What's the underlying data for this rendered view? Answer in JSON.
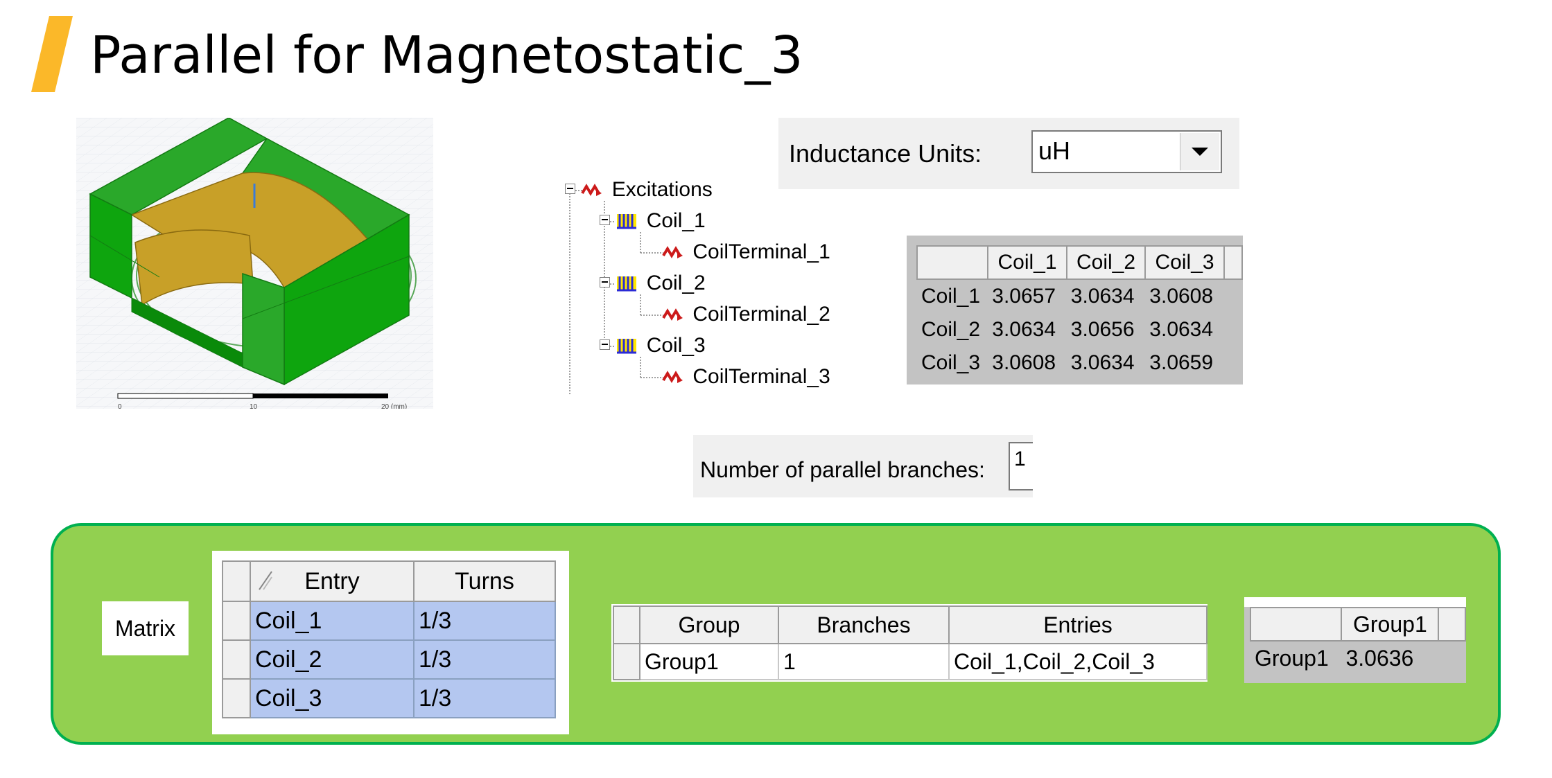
{
  "slide": {
    "title": "Parallel for Magnetostatic_3",
    "accent_color": "#fbb829"
  },
  "model": {
    "scale_labels": [
      "0",
      "10",
      "20 (mm)"
    ],
    "colors": {
      "core": "#00b800",
      "coil": "#c8a028"
    }
  },
  "tree": {
    "root": {
      "label": "Excitations",
      "expander": "minus"
    },
    "coils": [
      {
        "label": "Coil_1",
        "terminal": "CoilTerminal_1"
      },
      {
        "label": "Coil_2",
        "terminal": "CoilTerminal_2"
      },
      {
        "label": "Coil_3",
        "terminal": "CoilTerminal_3"
      }
    ]
  },
  "units": {
    "label": "Inductance Units:",
    "value": "uH"
  },
  "inductance_matrix": {
    "columns": [
      "Coil_1",
      "Coil_2",
      "Coil_3"
    ],
    "rows": [
      {
        "name": "Coil_1",
        "values": [
          "3.0657",
          "3.0634",
          "3.0608"
        ]
      },
      {
        "name": "Coil_2",
        "values": [
          "3.0634",
          "3.0656",
          "3.0634"
        ]
      },
      {
        "name": "Coil_3",
        "values": [
          "3.0608",
          "3.0634",
          "3.0659"
        ]
      }
    ]
  },
  "branches": {
    "label": "Number of parallel branches:",
    "value": "1"
  },
  "panel": {
    "matrix_label": "Matrix",
    "entry_table": {
      "columns": [
        "Entry",
        "Turns"
      ],
      "rows": [
        {
          "entry": "Coil_1",
          "turns": "1/3"
        },
        {
          "entry": "Coil_2",
          "turns": "1/3"
        },
        {
          "entry": "Coil_3",
          "turns": "1/3"
        }
      ]
    },
    "group_table": {
      "columns": [
        "Group",
        "Branches",
        "Entries"
      ],
      "rows": [
        {
          "group": "Group1",
          "branches": "1",
          "entries": "Coil_1,Coil_2,Coil_3"
        }
      ]
    },
    "group_result": {
      "column": "Group1",
      "row_name": "Group1",
      "value": "3.0636"
    }
  }
}
